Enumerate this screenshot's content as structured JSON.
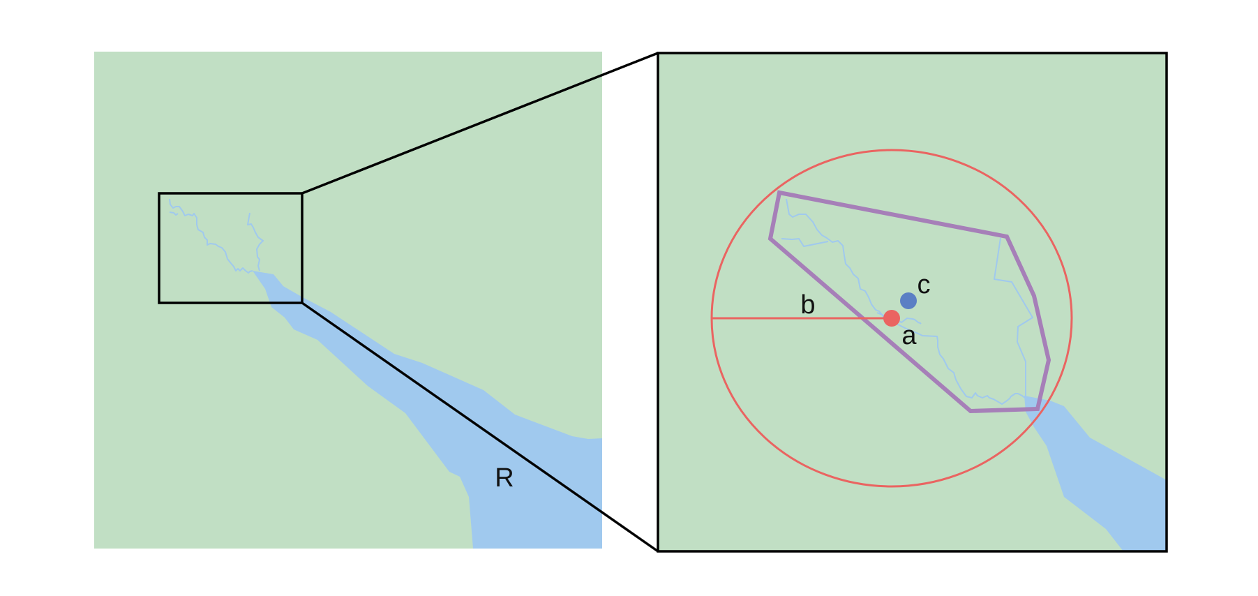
{
  "labels": {
    "river": "R",
    "radius": "b",
    "outlet_point": "a",
    "centroid_point": "c"
  },
  "colors": {
    "land": "#c1dfc4",
    "water": "#a0c9ee",
    "stream": "#a0c9ee",
    "circle": "#ea6461",
    "hull": "#a67fb8",
    "centroid": "#5b7fc4",
    "frame": "#000000"
  }
}
